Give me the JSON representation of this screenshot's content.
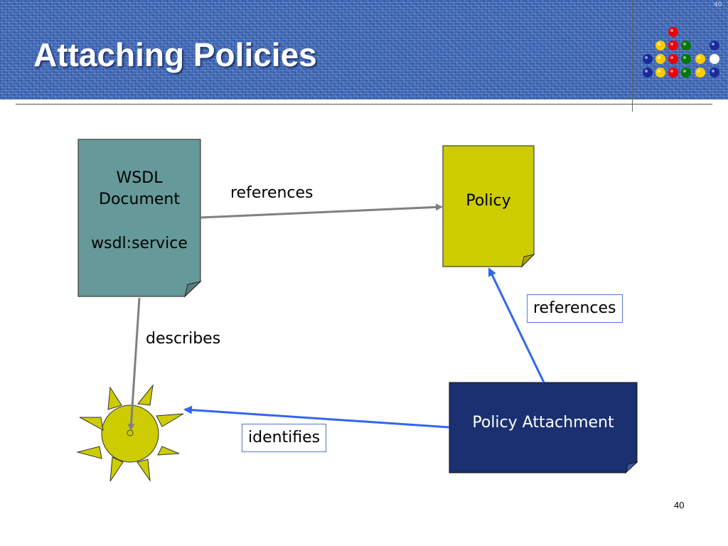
{
  "slide": {
    "title": "Attaching Policies",
    "number": "40",
    "corner_number": "40"
  },
  "nodes": {
    "wsdl_document": {
      "line1": "WSDL",
      "line2": "Document",
      "line3": "wsdl:service",
      "color": "#669999"
    },
    "policy": {
      "label": "Policy",
      "color": "#cccc00"
    },
    "policy_attachment": {
      "label": "Policy Attachment",
      "color": "#1a3070"
    },
    "service": {
      "color": "#cccc00",
      "icon": "sun-icon"
    }
  },
  "edges": {
    "wsdl_to_policy": "references",
    "wsdl_to_service": "describes",
    "attachment_to_policy": "references",
    "attachment_to_service": "identifies"
  },
  "colors": {
    "header_bg": "#3d67b5",
    "gray_arrow": "#808080",
    "blue_arrow": "#3366ee",
    "dot_red": "#ee0000",
    "dot_yellow": "#ffcc00",
    "dot_green": "#007700",
    "dot_navy": "#1a2a99",
    "dot_white": "#ffffff"
  }
}
